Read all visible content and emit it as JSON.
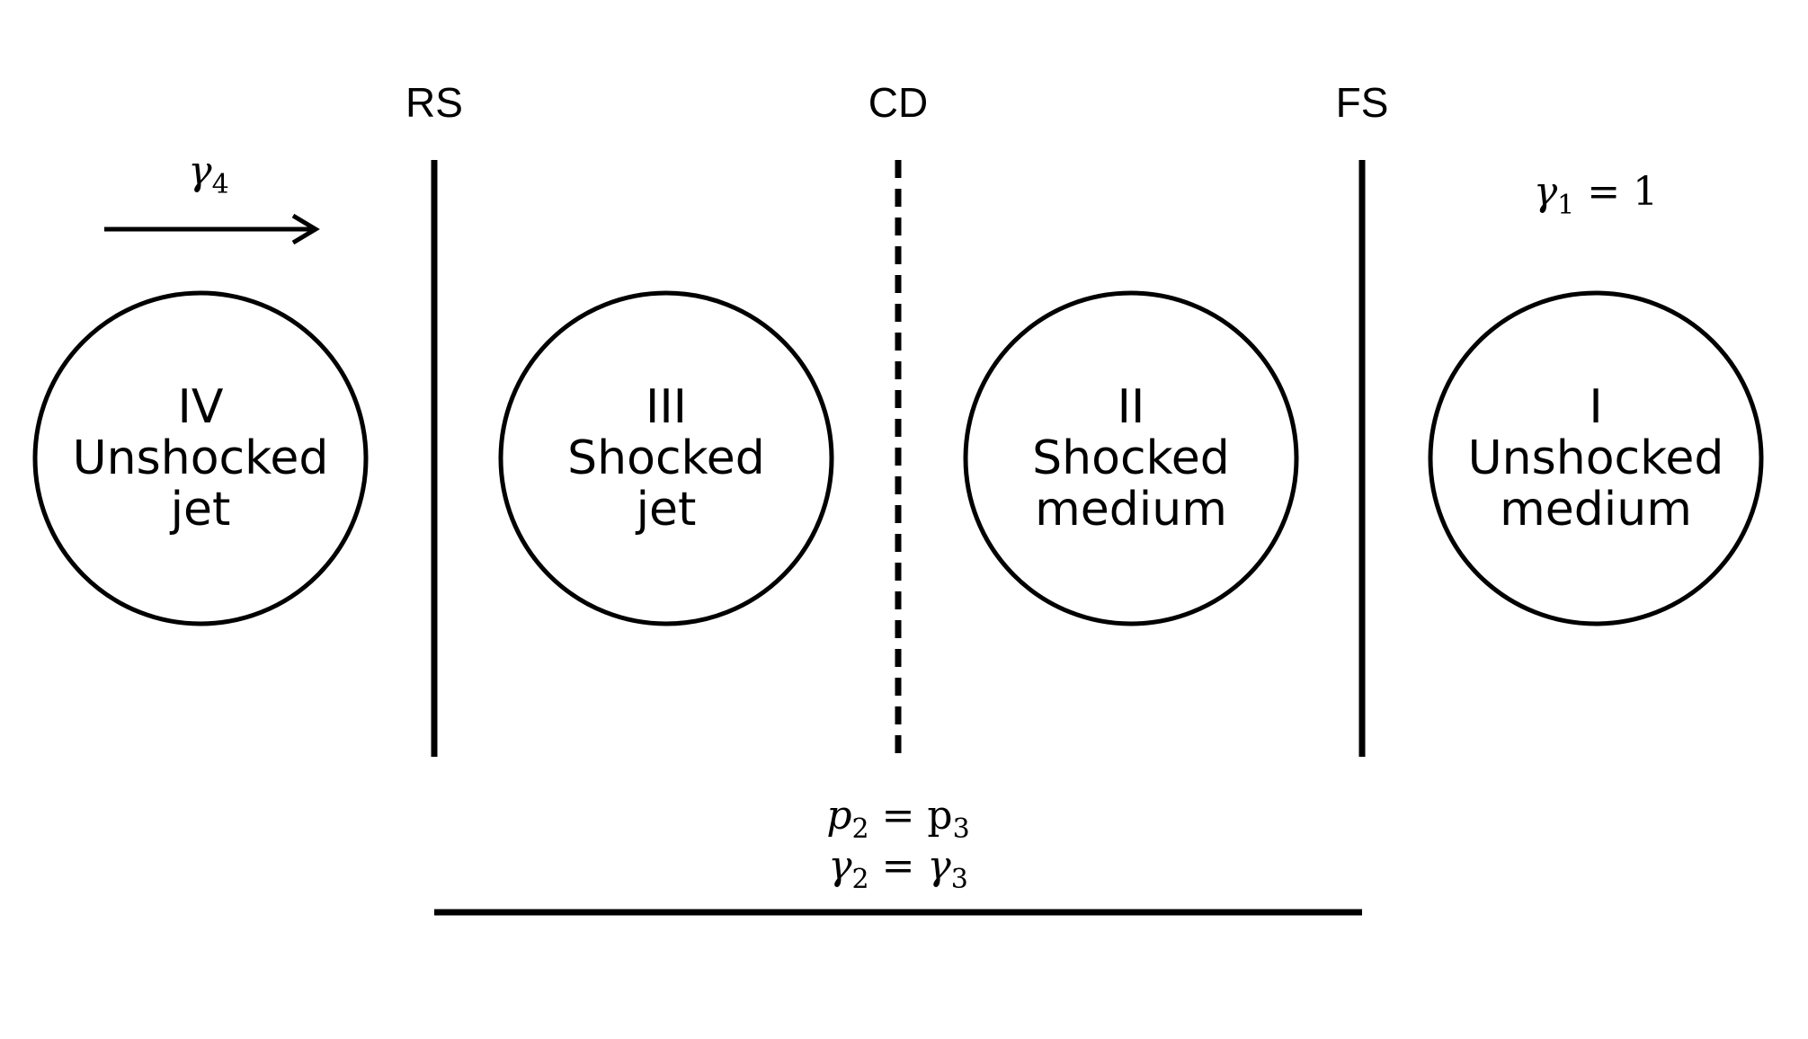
{
  "boundaries": {
    "reverse_shock": "RS",
    "contact_discontinuity": "CD",
    "forward_shock": "FS"
  },
  "regions": [
    {
      "numeral": "IV",
      "line1": "Unshocked",
      "line2": "jet"
    },
    {
      "numeral": "III",
      "line1": "Shocked",
      "line2": "jet"
    },
    {
      "numeral": "II",
      "line1": "Shocked",
      "line2": "medium"
    },
    {
      "numeral": "I",
      "line1": "Unshocked",
      "line2": "medium"
    }
  ],
  "annotations": {
    "jet_lorentz": {
      "symbol": "γ",
      "sub": "4"
    },
    "medium_lorentz": {
      "symbol": "γ",
      "sub": "1",
      "rest": " = 1"
    },
    "pressure_eq": {
      "lhs": "p",
      "lhs_sub": "2",
      "eq": " = ",
      "rhs": "p",
      "rhs_sub": "3"
    },
    "lorentz_eq": {
      "lhs": "γ",
      "lhs_sub": "2",
      "eq": " = ",
      "rhs": "γ",
      "rhs_sub": "3"
    }
  },
  "colors": {
    "ink": "#000000",
    "background": "#ffffff"
  }
}
